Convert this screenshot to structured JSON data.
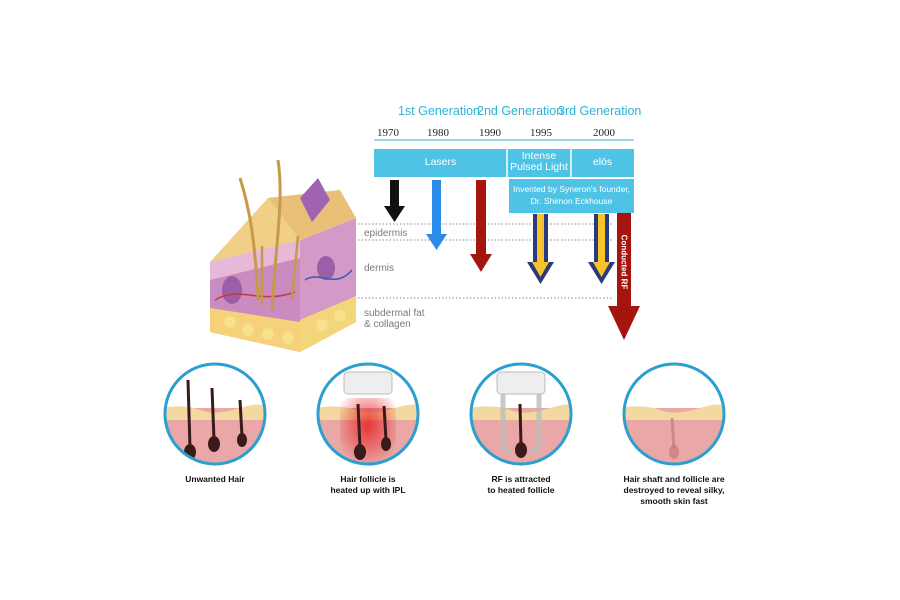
{
  "generations": [
    "1st Generation",
    "2nd Generation",
    "3rd Generation"
  ],
  "years": [
    "1970",
    "1980",
    "1990",
    "1995",
    "2000"
  ],
  "technology_bar": {
    "lasers": "Lasers",
    "ipl_line1": "Intense",
    "ipl_line2": "Pulsed Light",
    "elos": "elōs",
    "inventor_line1": "Invented by Syneron's founder,",
    "inventor_line2": "Dr. Shimon Eckhouse"
  },
  "conducted_rf_label": "Conducted RF",
  "skin_layers": {
    "epidermis": "epidermis",
    "dermis": "dermis",
    "subdermal_line1": "subdermal fat",
    "subdermal_line2": "& collagen"
  },
  "steps": [
    {
      "line1": "Unwanted Hair",
      "line2": "",
      "line3": ""
    },
    {
      "line1": "Hair follicle is",
      "line2": "heated up with IPL",
      "line3": ""
    },
    {
      "line1": "RF is attracted",
      "line2": "to heated follicle",
      "line3": ""
    },
    {
      "line1": "Hair shaft and follicle are",
      "line2": "destroyed to reveal silky,",
      "line3": "smooth skin fast"
    }
  ],
  "colors": {
    "accent_blue": "#29b3d9",
    "arrow_black": "#111111",
    "arrow_blue": "#2a8be8",
    "arrow_red": "#a5150f",
    "arrow_yellow": "#f7c52a",
    "arrow_navy": "#2a3a7c",
    "skin_pink": "#e9a7a7",
    "skin_tan": "#f3d9a0"
  }
}
